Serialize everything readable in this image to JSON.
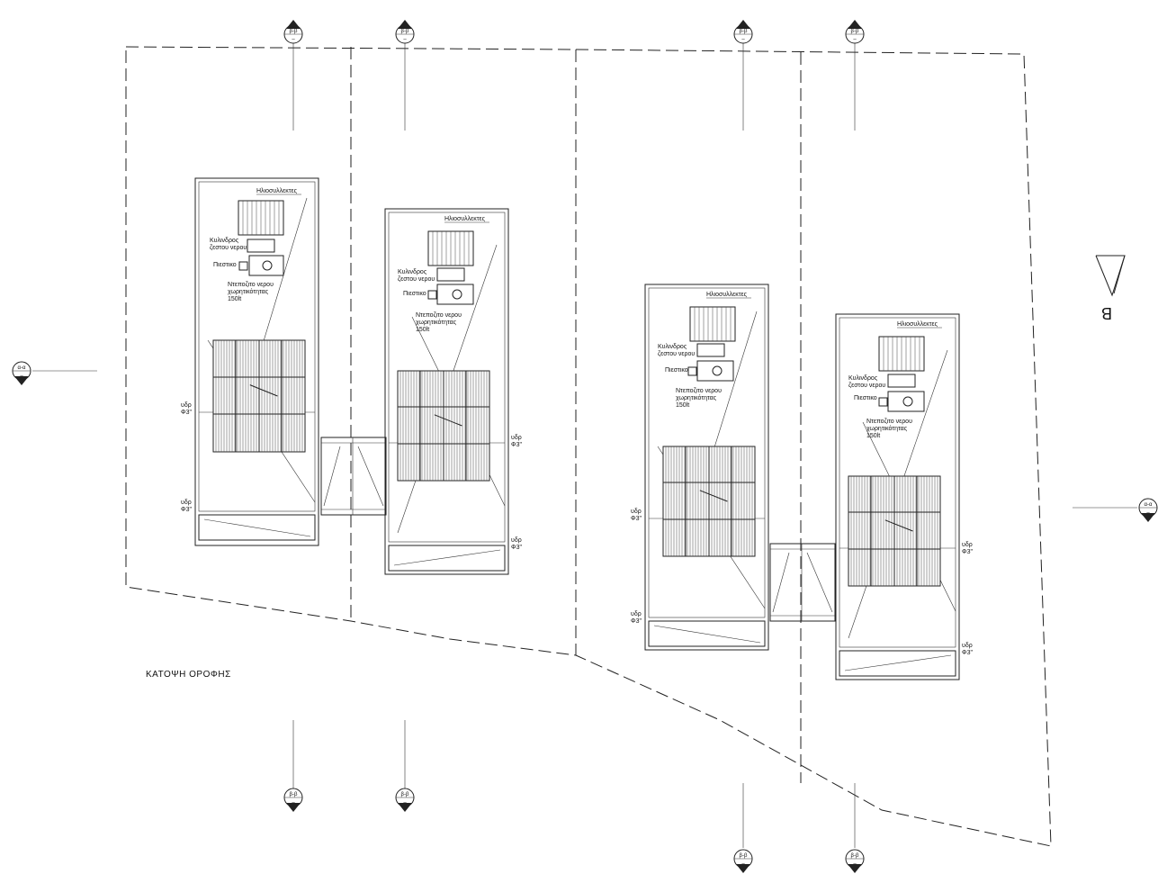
{
  "drawing": {
    "title": "ΚΑΤΟΨΗ ΟΡΟΦΗΣ",
    "north_label": "Β"
  },
  "labels": {
    "solar_collectors": "Ηλιοσυλλεκτες",
    "hot_water_cylinder_line1": "Κυλινδρος",
    "hot_water_cylinder_line2": "ζεστου νερου",
    "pressure_pump": "Πιεστικο",
    "storage_tank_line1": "Ντεποζιτο νερου",
    "storage_tank_line2": "χωρητικότητας",
    "storage_tank_line3": "150lt",
    "drain_line1": "υδρ",
    "drain_line2": "Φ3\""
  },
  "section_markers": {
    "a_a": "α-α",
    "b_b": "β-β",
    "sub": "–"
  },
  "colors": {
    "line": "#222222",
    "background": "#ffffff"
  }
}
